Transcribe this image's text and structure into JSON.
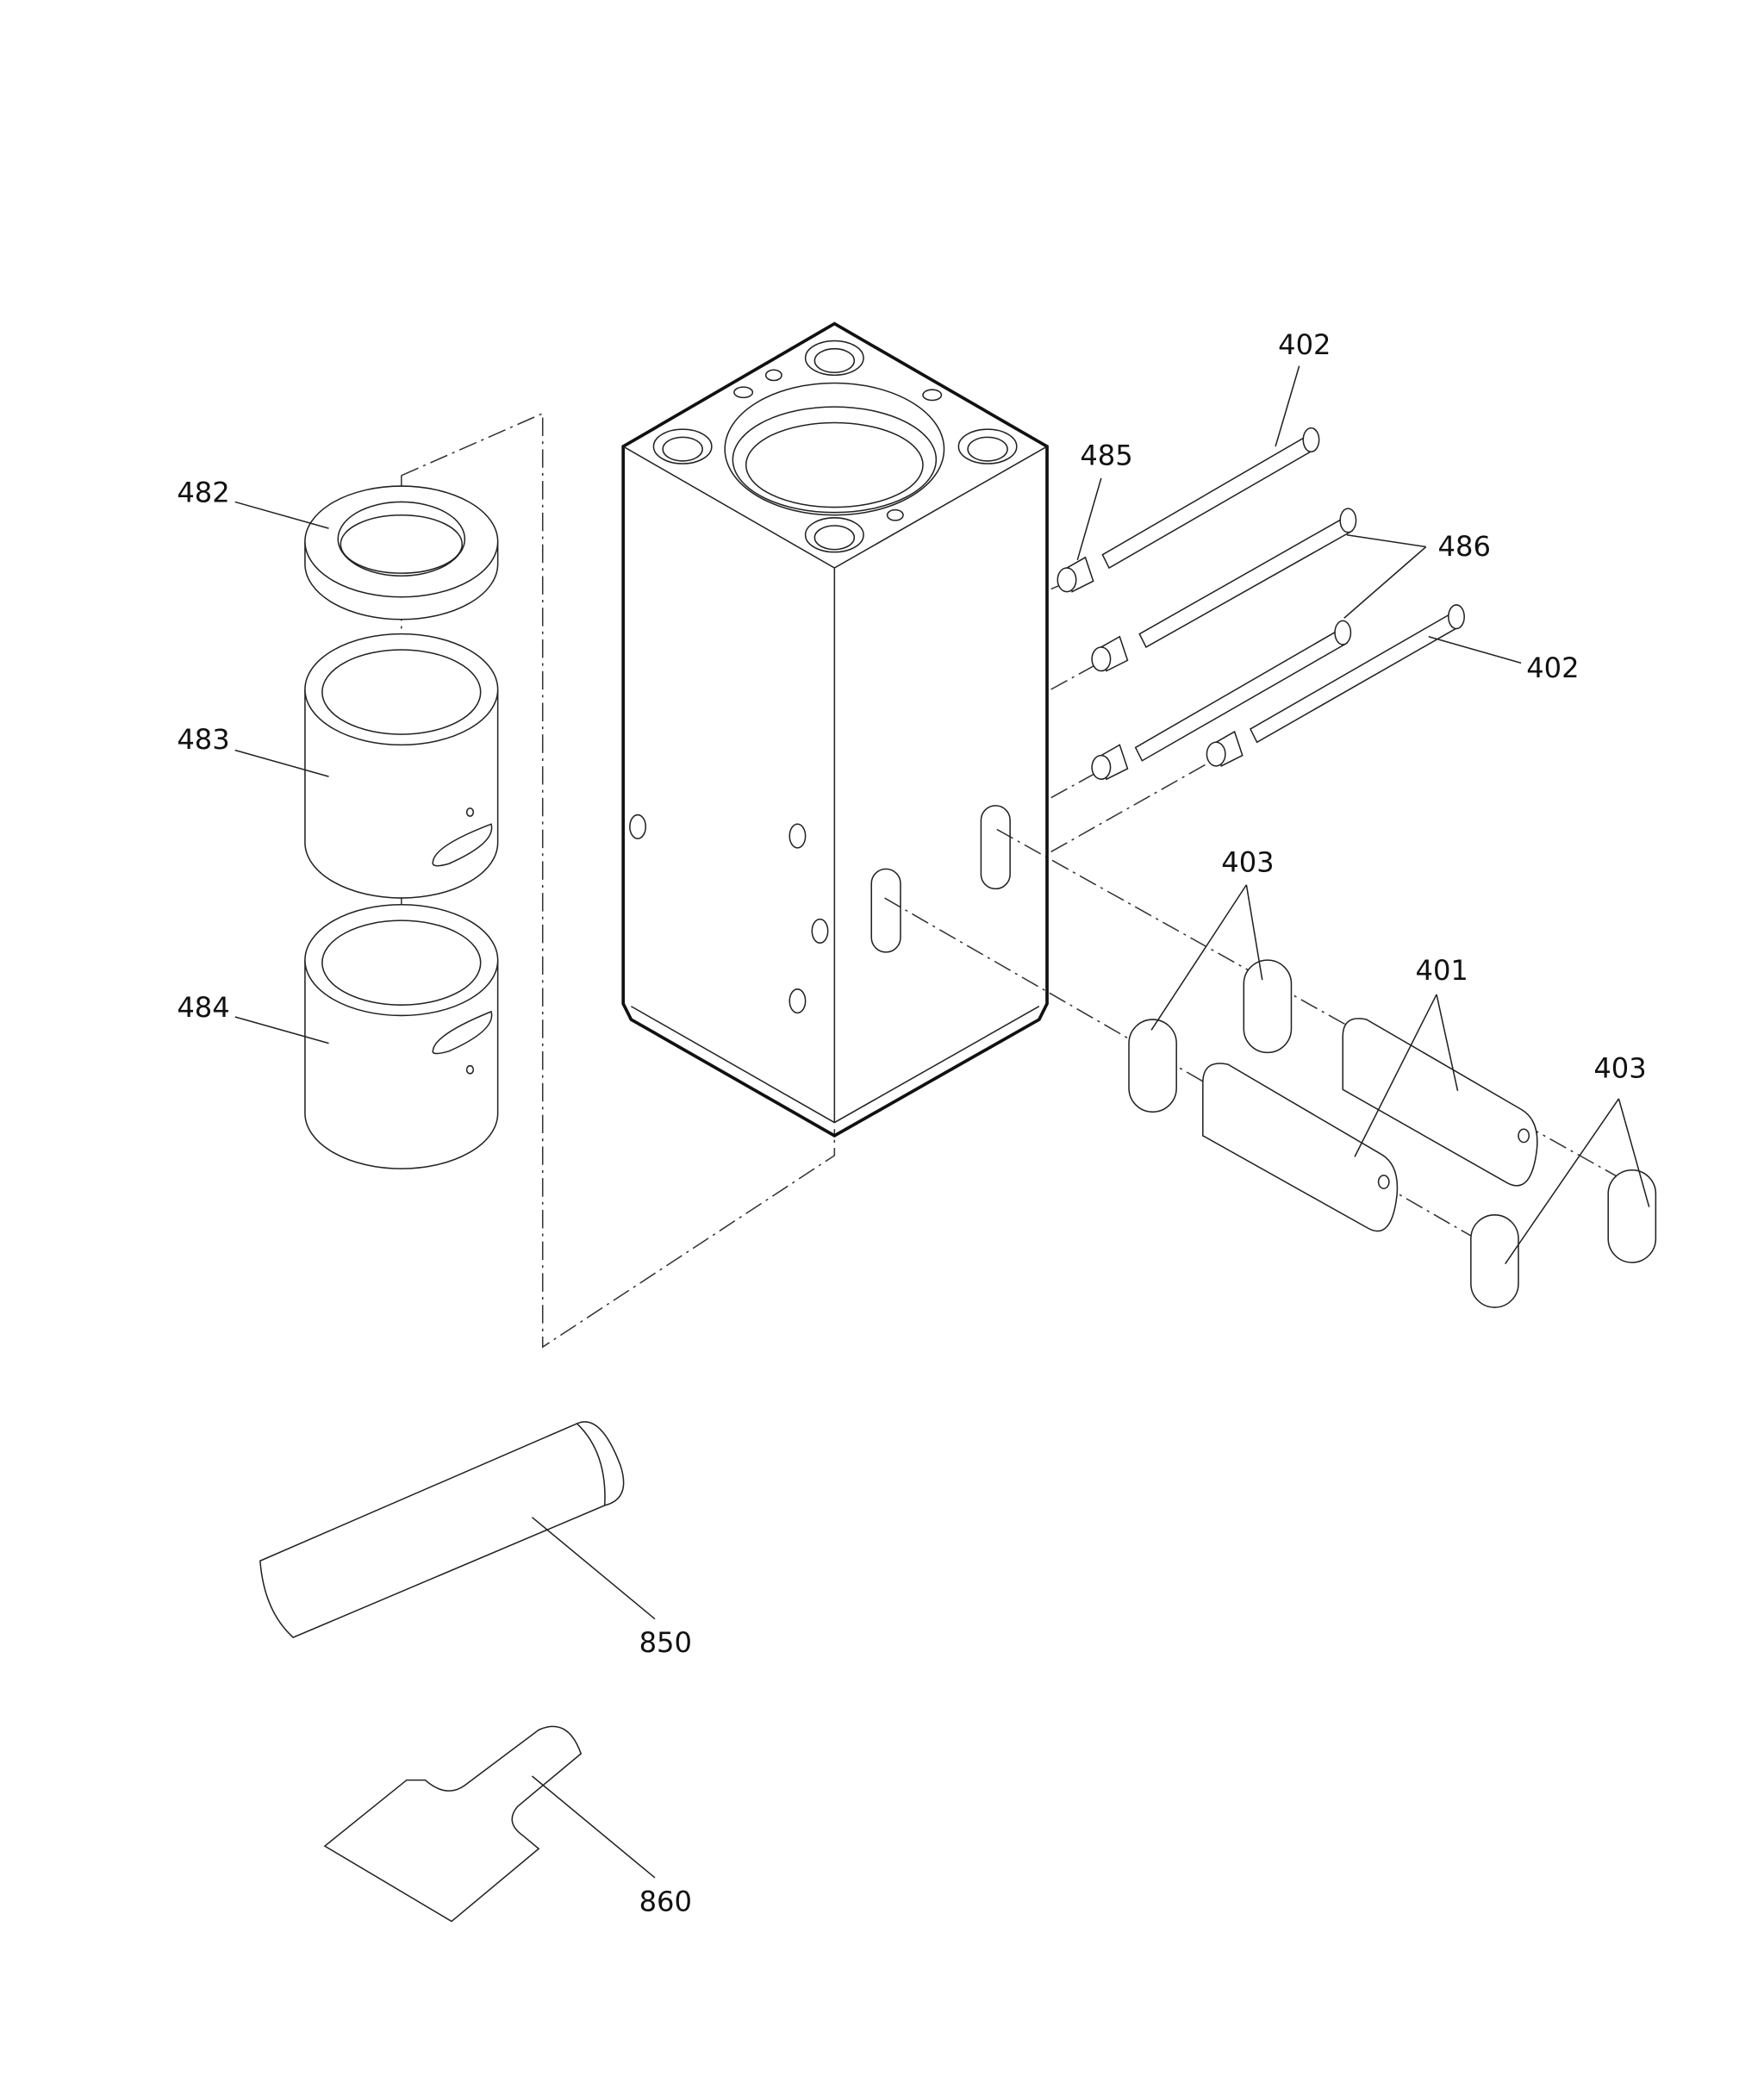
{
  "figure": {
    "labels": {
      "l482": "482",
      "l483": "483",
      "l484": "484",
      "l485": "485",
      "l486": "486",
      "l402a": "402",
      "l402b": "402",
      "l403a": "403",
      "l403b": "403",
      "l401": "401",
      "l850": "850",
      "l860": "860"
    }
  }
}
